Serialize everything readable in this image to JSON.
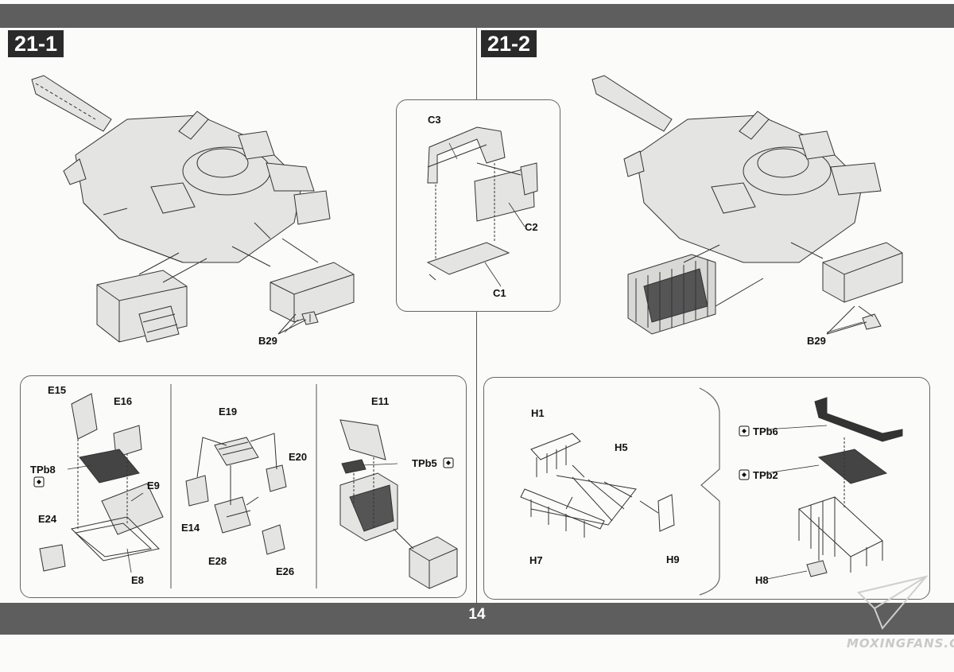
{
  "header": {
    "step_left": "21-1",
    "step_right": "21-2"
  },
  "footer": {
    "page_number": "14"
  },
  "labels": {
    "c3": "C3",
    "c2": "C2",
    "c1": "C1",
    "b29_left": "B29",
    "b29_right": "B29",
    "e15": "E15",
    "e16": "E16",
    "tpb8": "TPb8",
    "e9": "E9",
    "e24": "E24",
    "e8": "E8",
    "e19": "E19",
    "e20": "E20",
    "e14": "E14",
    "e28": "E28",
    "e26": "E26",
    "e11": "E11",
    "tpb5": "TPb5",
    "h1": "H1",
    "h5": "H5",
    "h7": "H7",
    "h9": "H9",
    "tpb6": "TPb6",
    "tpb2": "TPb2",
    "h8": "H8"
  },
  "watermark": "MOXINGFANS.COM",
  "icons": [
    "photo-etch-icon"
  ]
}
